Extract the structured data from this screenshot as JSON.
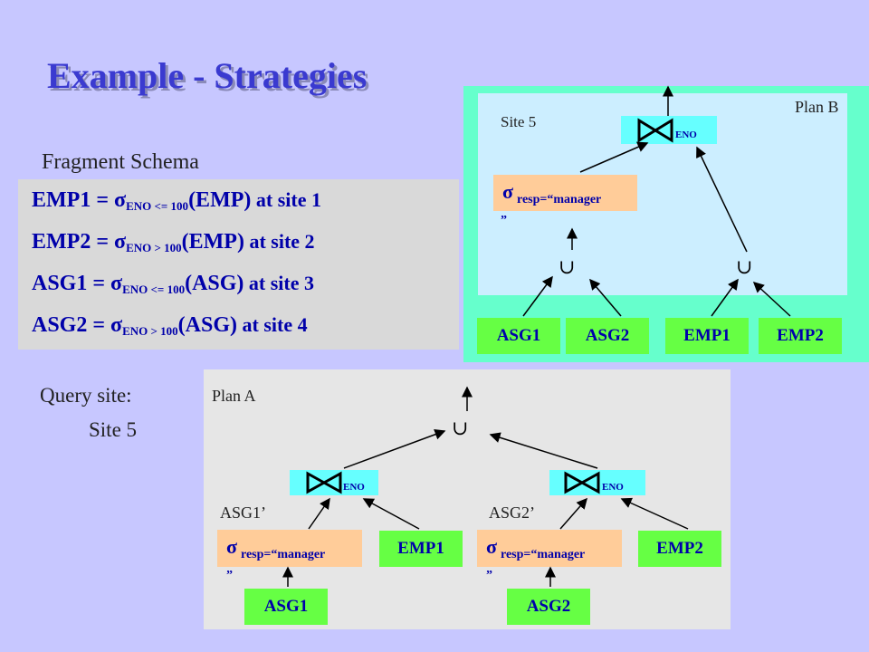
{
  "title": "Example - Strategies",
  "fragment_schema": {
    "heading": "Fragment Schema",
    "lines": [
      {
        "lhs": "EMP1 = σ",
        "cond": "ENO <= 100",
        "rel": "(EMP)",
        "site": " at site 1"
      },
      {
        "lhs": "EMP2 = σ",
        "cond": "ENO > 100",
        "rel": "(EMP)",
        "site": " at site 2"
      },
      {
        "lhs": "ASG1 = σ",
        "cond": "ENO <= 100",
        "rel": "(ASG)",
        "site": " at site 3"
      },
      {
        "lhs": "ASG2 = σ",
        "cond": "ENO > 100",
        "rel": "(ASG)",
        "site": " at site 4"
      }
    ]
  },
  "query_site": {
    "label": "Query site:",
    "site": "Site 5"
  },
  "plan_b": {
    "label": "Plan B",
    "site": "Site 5",
    "join_label": "ENO",
    "select_sigma": "σ",
    "select_label": "resp=“manager",
    "select_cont": "”",
    "union1": "∪",
    "union2": "∪",
    "leaves": [
      "ASG1",
      "ASG2",
      "EMP1",
      "EMP2"
    ]
  },
  "plan_a": {
    "label": "Plan A",
    "union": "∪",
    "left": {
      "join_label": "ENO",
      "annot": "ASG1’",
      "sigma": "σ",
      "select_label": "resp=“manager",
      "select_cont": "”",
      "emp": "EMP1",
      "asg": "ASG1"
    },
    "right": {
      "join_label": "ENO",
      "annot": "ASG2’",
      "sigma": "σ",
      "select_label": "resp=“manager",
      "select_cont": "”",
      "emp": "EMP2",
      "asg": "ASG2"
    }
  }
}
